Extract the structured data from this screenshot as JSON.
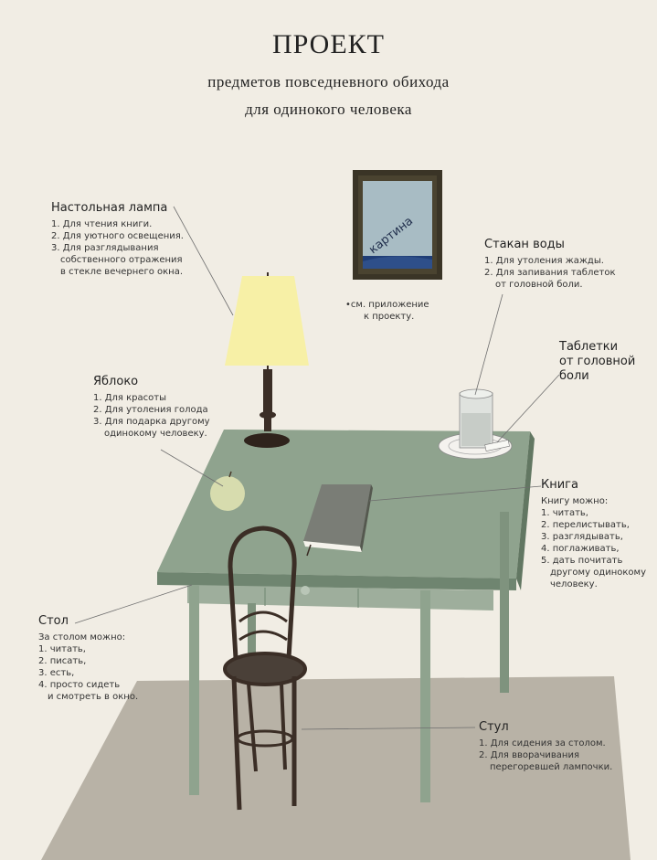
{
  "title": "ПРОЕКТ",
  "subtitle_line1": "предметов повседневного обихода",
  "subtitle_line2": "для одинокого человека",
  "picture": {
    "caption": "картина",
    "note_line1": "•см. приложение",
    "note_line2": "к проекту."
  },
  "lamp": {
    "title": "Настольная лампа",
    "items": [
      "1. Для чтения книги.",
      "2. Для уютного освещения.",
      "3. Для разглядывания",
      "собственного отражения",
      "в стекле вечернего окна."
    ]
  },
  "glass": {
    "title": "Стакан воды",
    "items": [
      "1. Для утоления жажды.",
      "2. Для запивания таблеток",
      "от головной боли."
    ]
  },
  "pills": {
    "title_line1": "Таблетки",
    "title_line2": "от головной",
    "title_line3": "боли"
  },
  "apple": {
    "title": "Яблоко",
    "items": [
      "1. Для красоты",
      "2. Для утоления голода",
      "3. Для подарка другому",
      "одинокому человеку."
    ]
  },
  "book": {
    "title": "Книга",
    "intro": "Книгу можно:",
    "items": [
      "1. читать,",
      "2. перелистывать,",
      "3. разглядывать,",
      "4. поглаживать,",
      "5. дать почитать",
      "другому одинокому",
      "человеку."
    ]
  },
  "table": {
    "title": "Стол",
    "intro": "За столом можно:",
    "items": [
      "1. читать,",
      "2. писать,",
      "3. есть,",
      "4. просто сидеть",
      "и смотреть в окно."
    ]
  },
  "chair": {
    "title": "Стул",
    "items": [
      "1. Для сидения за столом.",
      "2. Для вворачивания",
      "перегоревшей лампочки."
    ]
  },
  "colors": {
    "background": "#f1ede4",
    "floor": "#b8b2a6",
    "table": "#8fa38e",
    "lampshade": "#f7f0a6",
    "chair": "#3b2e26"
  }
}
